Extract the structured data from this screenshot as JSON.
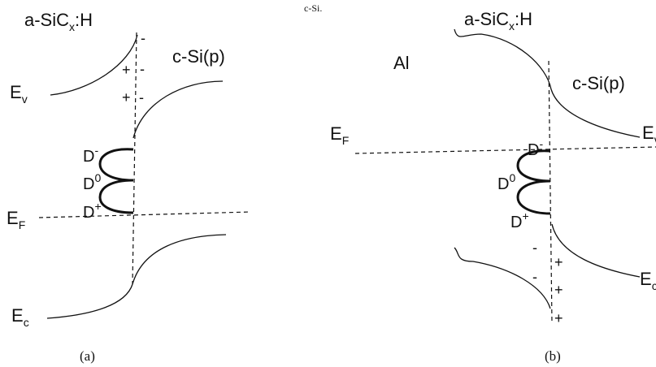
{
  "caption_fragment": "c-Si.",
  "panel_a": {
    "label": "(a)",
    "material_left": {
      "base": "a-SiC",
      "sub": "x",
      "tail": ":H"
    },
    "material_right": "c-Si(p)",
    "ev": {
      "base": "E",
      "sub": "v"
    },
    "ef": {
      "base": "E",
      "sub": "F"
    },
    "ec": {
      "base": "E",
      "sub": "c"
    },
    "d_minus": {
      "base": "D",
      "sup": "-"
    },
    "d_zero": {
      "base": "D",
      "sup": "0"
    },
    "d_plus": {
      "base": "D",
      "sup": "+"
    },
    "charges_left": [
      "+",
      "+"
    ],
    "charges_right": [
      "-",
      "-",
      "-"
    ]
  },
  "panel_b": {
    "label": "(b)",
    "metal": "Al",
    "material_left": {
      "base": "a-SiC",
      "sub": "x",
      "tail": ":H"
    },
    "material_right": "c-Si(p)",
    "ev": {
      "base": "E",
      "sub": "v"
    },
    "ef": {
      "base": "E",
      "sub": "F"
    },
    "ec": {
      "base": "E",
      "sub": "c"
    },
    "d_minus": {
      "base": "D",
      "sup": "-"
    },
    "d_zero": {
      "base": "D",
      "sup": "0"
    },
    "d_plus": {
      "base": "D",
      "sup": "+"
    },
    "charges_left": [
      "-",
      "-"
    ],
    "charges_right": [
      "+",
      "+",
      "+"
    ]
  }
}
